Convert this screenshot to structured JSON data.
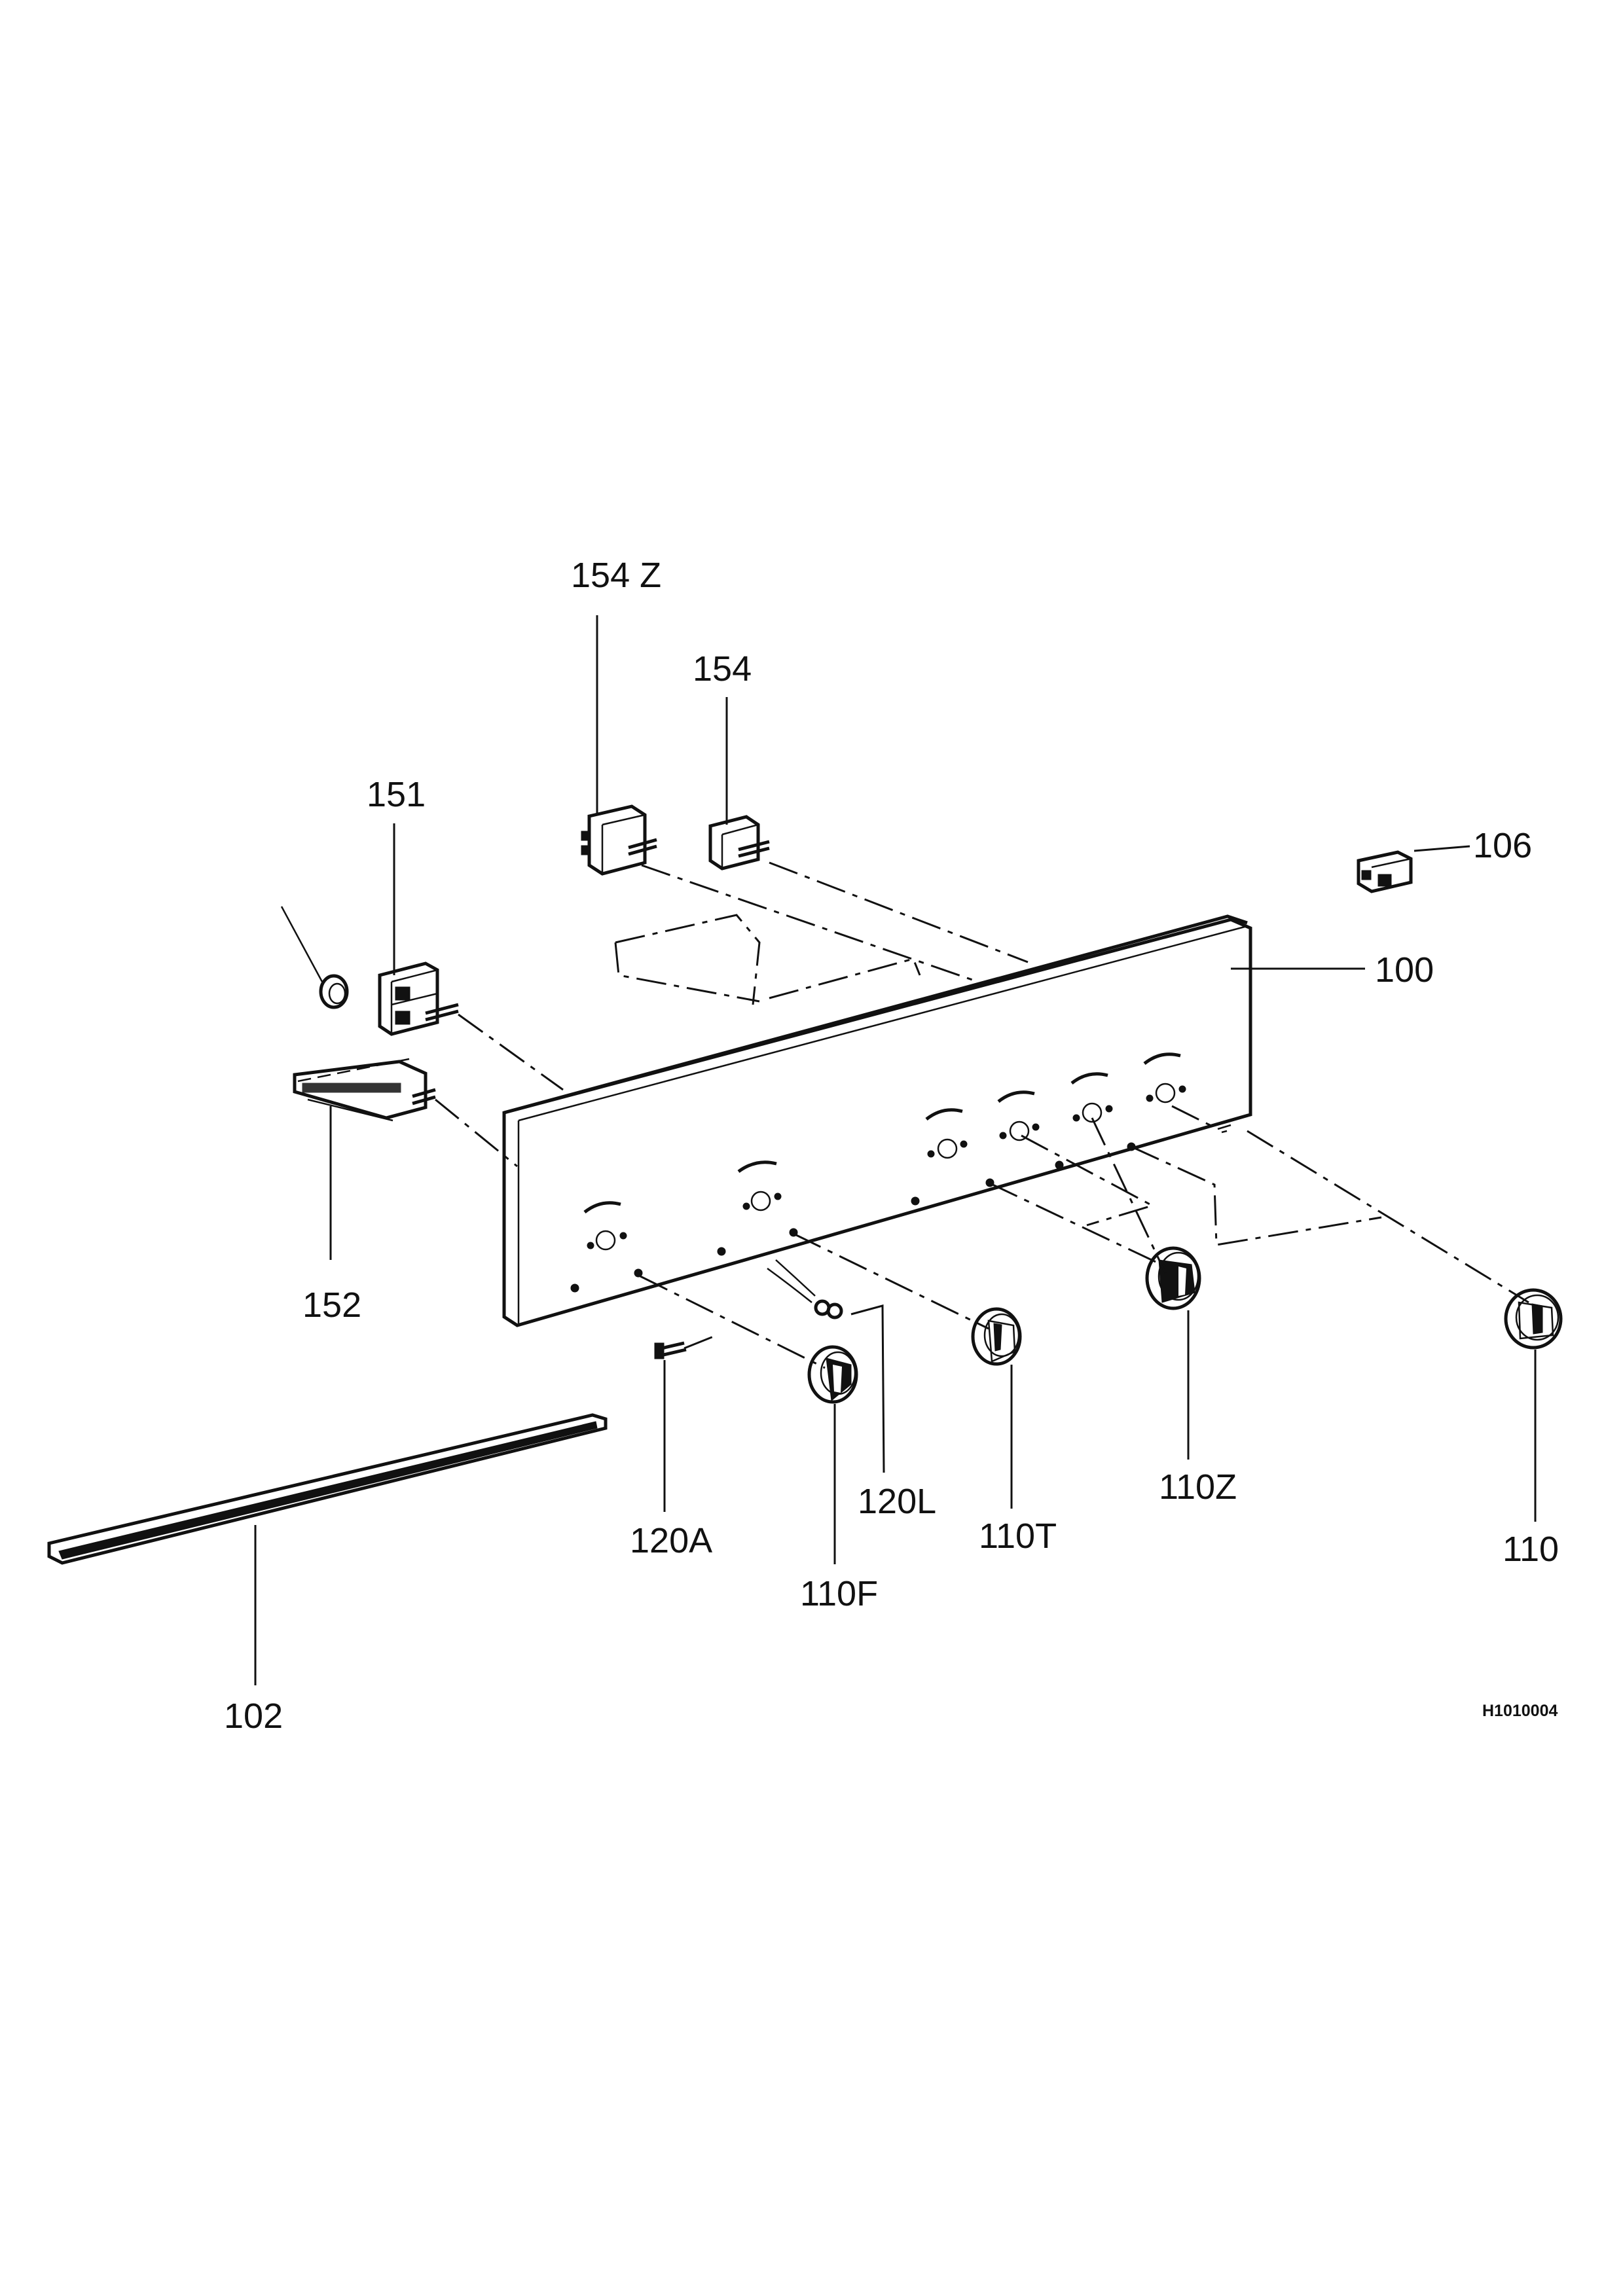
{
  "drawing_code": "H1010004",
  "callouts": {
    "p100": "100",
    "p102": "102",
    "p106": "106",
    "p110": "110",
    "p110F": "110F",
    "p110T": "110T",
    "p110Z": "110Z",
    "p120A": "120A",
    "p120L": "120L",
    "p151": "151",
    "p152": "152",
    "p154": "154",
    "p154Z": "154 Z"
  }
}
